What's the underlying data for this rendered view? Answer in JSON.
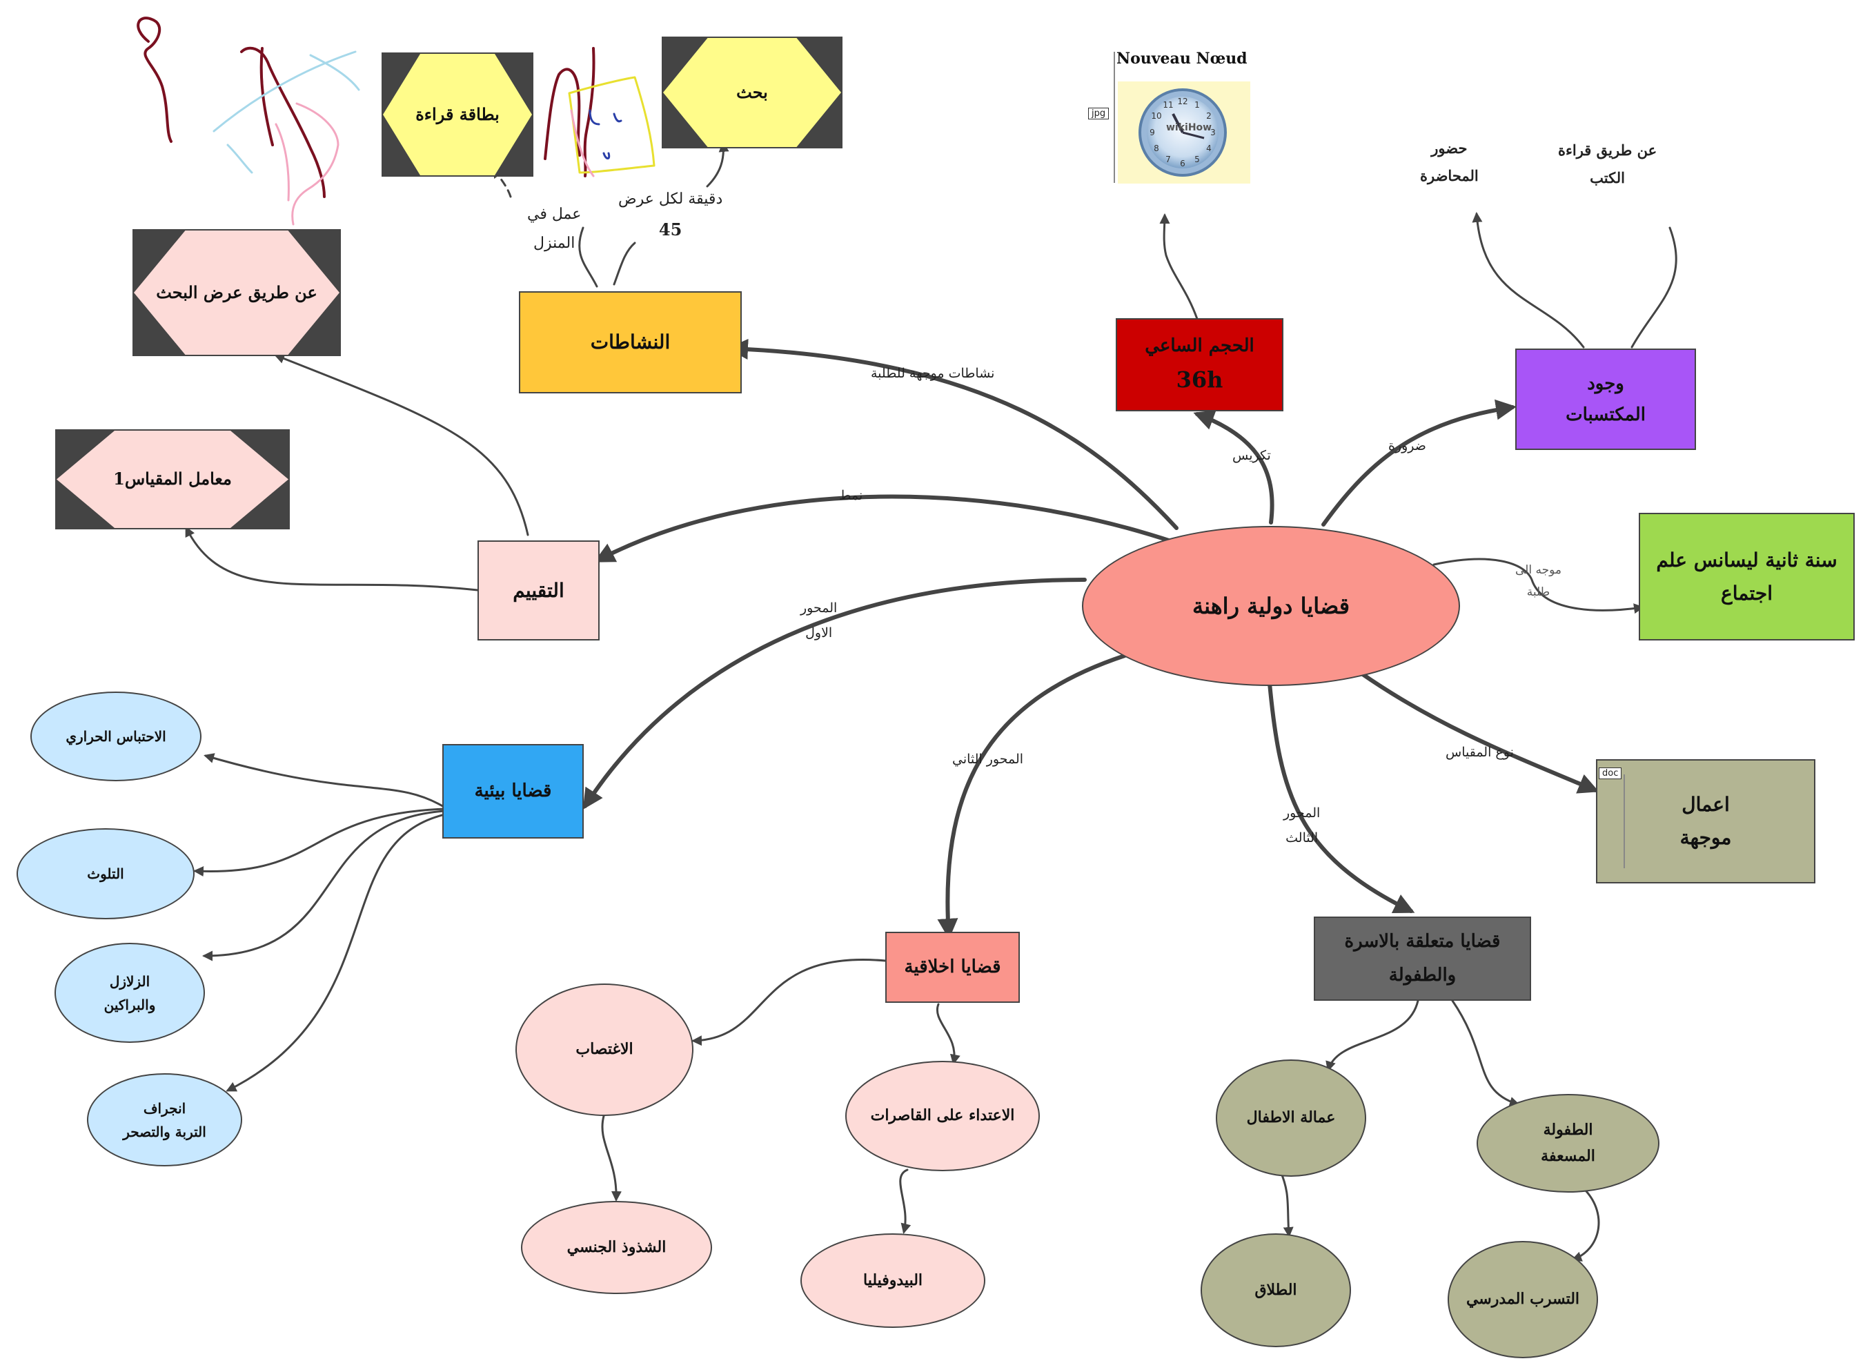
{
  "nodes": {
    "center": {
      "text": "قضايا دولية راهنة",
      "color": "#fa958c"
    },
    "activities": {
      "text": "النشاطات",
      "color": "#ffc73a"
    },
    "hours": {
      "line1": "الحجم الساعي",
      "line2": "36h",
      "color": "#cc0000"
    },
    "prereq": {
      "line1": "وجود",
      "line2": "المكتسبات",
      "color": "#a855f7"
    },
    "target": {
      "line1": "سنة ثانية ليسانس علم",
      "line2": "اجتماع",
      "color": "#9ed94f"
    },
    "works": {
      "line1": "اعمال",
      "line2": "موجهة",
      "badge": "doc",
      "color": "#b3b593"
    },
    "evaluation": {
      "text": "التقييم",
      "color": "#fddbd8"
    },
    "env": {
      "text": "قضايا بيئية",
      "color": "#31a7f3"
    },
    "ethics": {
      "text": "قضايا اخلاقية",
      "color": "#fa958c"
    },
    "family": {
      "line1": "قضايا متعلقة بالاسرة",
      "line2": "والطفولة",
      "color": "#676767"
    },
    "research_pres": {
      "text": "عن طريق عرض البحث",
      "color": "#fddbd8"
    },
    "coef": {
      "text": "معامل المقياس1",
      "color": "#fddbd8"
    },
    "reading_card": {
      "text": "بطاقة قراءة",
      "color": "#fffc8a"
    },
    "research": {
      "text": "بحث",
      "color": "#fffc8a"
    },
    "new_node": {
      "title": "Nouveau Nœud",
      "badge": "jpg",
      "clock_brand": "wikiHow"
    },
    "greenhouse": {
      "text": "الاحتباس الحراري",
      "color": "#c8e8ff"
    },
    "pollution": {
      "text": "التلوث",
      "color": "#c8e8ff"
    },
    "quakes": {
      "line1": "الزلازل",
      "line2": "والبراكين",
      "color": "#c8e8ff"
    },
    "erosion": {
      "line1": "انجراف",
      "line2": "التربة والتصحر",
      "color": "#c8e8ff"
    },
    "rape": {
      "text": "الاغتصاب",
      "color": "#fddbd8"
    },
    "deviance": {
      "text": "الشذوذ الجنسي",
      "color": "#fddbd8"
    },
    "minors": {
      "text": "الاعتداء على القاصرات",
      "color": "#fddbd8"
    },
    "pedophilia": {
      "text": "البيدوفيليا",
      "color": "#fddbd8"
    },
    "child_labor": {
      "text": "عمالة الاطفال",
      "color": "#b3b593"
    },
    "divorce": {
      "text": "الطلاق",
      "color": "#b3b593"
    },
    "abused": {
      "line1": "الطفولة",
      "line2": "المسعفة",
      "color": "#b3b593"
    },
    "dropout": {
      "text": "التسرب المدرسي",
      "color": "#b3b593"
    }
  },
  "labels": {
    "student_acts": "نشاطات موجهة للطلبة",
    "dedication": "تكريس",
    "necessity": "ضرورة",
    "directed_to_l1": "موجه الى",
    "directed_to_l2": "طلبة",
    "module_type": "نوع المقياس",
    "pattern": "نمط",
    "axis1_l1": "المحور",
    "axis1_l2": "الاول",
    "axis2": "المحور الثاني",
    "axis3_l1": "المحور",
    "axis3_l2": "الثالث",
    "home_work_l1": "عمل في",
    "home_work_l2": "المنزل",
    "minutes_l1": "دقيقة لكل عرض",
    "minutes_l2": "45",
    "lecture_l1": "حضور",
    "lecture_l2": "المحاضرة",
    "books_l1": "عن طريق قراءة",
    "books_l2": "الكتب"
  },
  "colors": {
    "edge": "#444444",
    "scribble_dark_red": "#7a1020",
    "scribble_pink": "#f3a6c0",
    "scribble_cyan": "#a6d8ea",
    "scribble_yellow": "#e8e030",
    "scribble_blue": "#2a3fa8"
  }
}
